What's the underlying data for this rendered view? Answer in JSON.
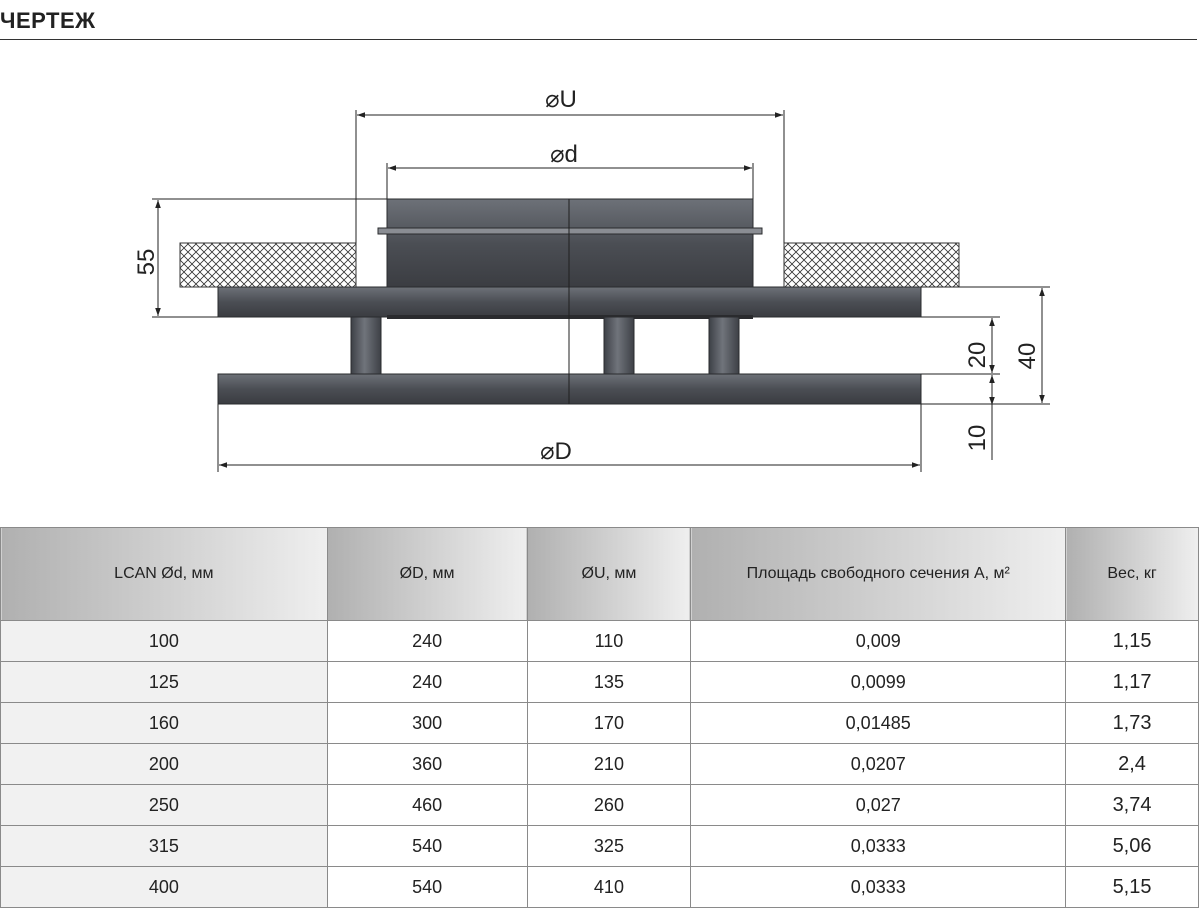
{
  "header": {
    "title": "ЧЕРТЕЖ"
  },
  "drawing": {
    "labels": {
      "dia_U": "⌀U",
      "dia_d": "⌀d",
      "dia_D": "⌀D",
      "dim_55": "55",
      "dim_20": "20",
      "dim_40": "40",
      "dim_10": "10"
    }
  },
  "table": {
    "headers": [
      "LCAN Ød, мм",
      "ØD, мм",
      "ØU, мм",
      "Площадь свободного сечения А, м²",
      "Вес, кг"
    ],
    "rows": [
      [
        "100",
        "240",
        "110",
        "0,009",
        "1,15"
      ],
      [
        "125",
        "240",
        "135",
        "0,0099",
        "1,17"
      ],
      [
        "160",
        "300",
        "170",
        "0,01485",
        "1,73"
      ],
      [
        "200",
        "360",
        "210",
        "0,0207",
        "2,4"
      ],
      [
        "250",
        "460",
        "260",
        "0,027",
        "3,74"
      ],
      [
        "315",
        "540",
        "325",
        "0,0333",
        "5,06"
      ],
      [
        "400",
        "540",
        "410",
        "0,0333",
        "5,15"
      ]
    ]
  }
}
